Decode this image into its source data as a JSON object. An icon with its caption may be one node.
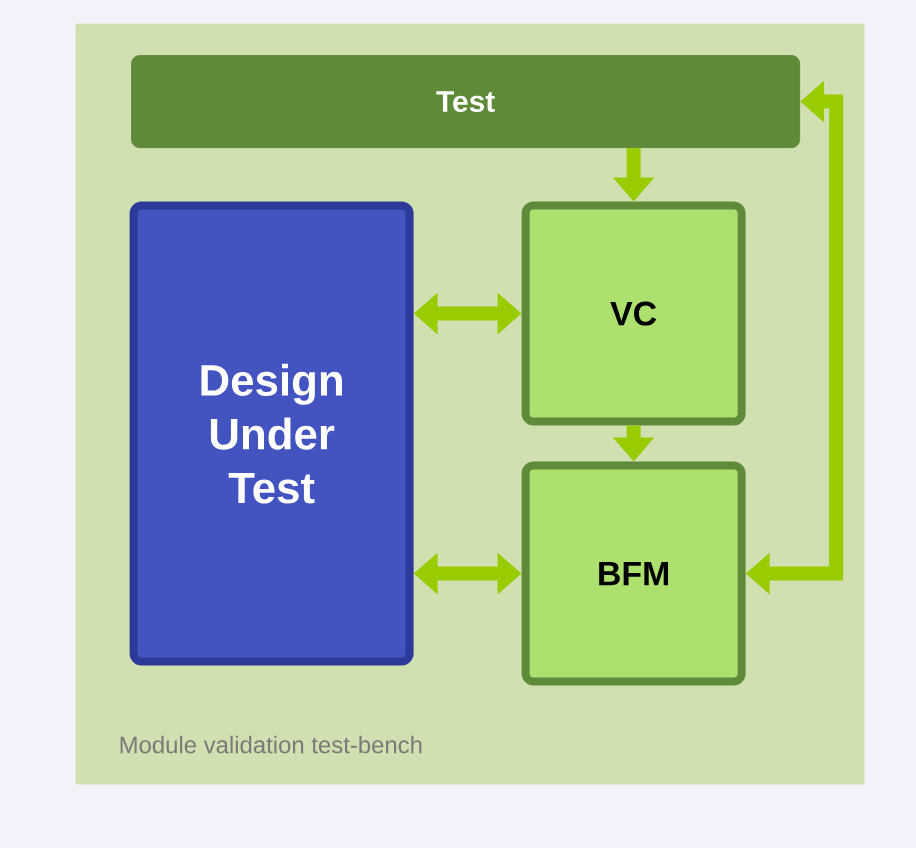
{
  "diagram": {
    "nodes": [
      {
        "text": [
          "Module validation test-bench"
        ]
      },
      {
        "text": [
          "Test"
        ],
        "in": 0
      },
      {
        "text": [
          "Design Under Test"
        ],
        "in": 0
      },
      {
        "text": [
          "VC"
        ],
        "in": 0
      },
      {
        "text": [
          "BFM"
        ],
        "in": 0
      }
    ],
    "edges": [
      {
        "from": 1,
        "to": 3,
        "arrow": "to"
      },
      {
        "from": 2,
        "to": 3,
        "arrow": "both"
      },
      {
        "from": 3,
        "to": 4,
        "arrow": "to"
      },
      {
        "from": 2,
        "to": 4,
        "arrow": "both"
      },
      {
        "from": 4,
        "to": 1,
        "arrow": "both"
      }
    ]
  }
}
